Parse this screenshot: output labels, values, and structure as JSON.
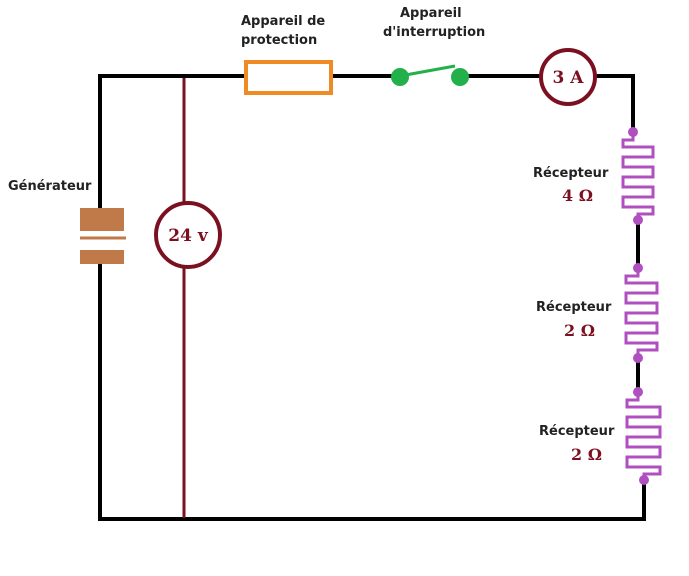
{
  "colors": {
    "wire": "#000000",
    "voltmeter_wire": "#7a1020",
    "meter": "#7a1020",
    "fuse": "#f08a24",
    "switch": "#22b04a",
    "resistor": "#b04fc0",
    "battery": "#c07a4a"
  },
  "labels": {
    "generator": "Générateur",
    "protection_line1": "Appareil de",
    "protection_line2": "protection",
    "switch_line1": "Appareil",
    "switch_line2": "d'interruption"
  },
  "ammeter": {
    "reading": "3 A"
  },
  "voltmeter": {
    "reading": "24 v"
  },
  "receivers": [
    {
      "label": "Récepteur",
      "value": "4 Ω"
    },
    {
      "label": "Récepteur",
      "value": "2 Ω"
    },
    {
      "label": "Récepteur",
      "value": "2 Ω"
    }
  ],
  "icons": {
    "fuse": "fuse-icon",
    "switch": "switch-icon",
    "battery": "battery-icon",
    "resistor": "resistor-icon"
  }
}
